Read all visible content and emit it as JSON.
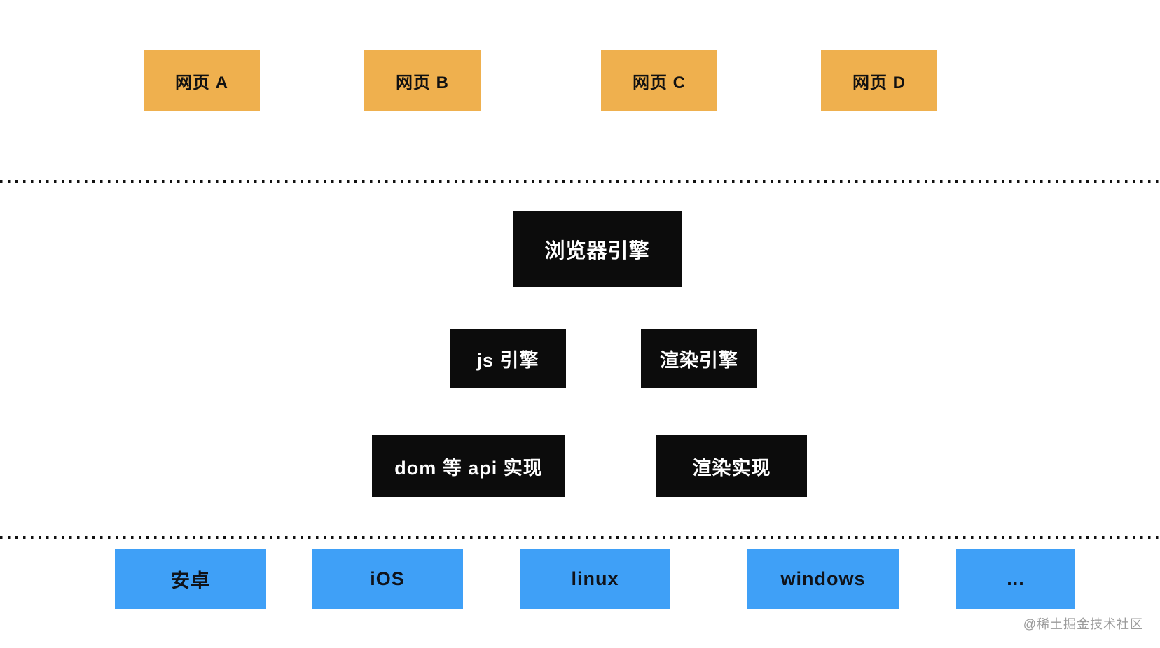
{
  "diagram": {
    "webpages": [
      "网页 A",
      "网页 B",
      "网页 C",
      "网页 D"
    ],
    "browser_engine": "浏览器引擎",
    "engines": [
      "js 引擎",
      "渲染引擎"
    ],
    "implementations": [
      "dom 等 api 实现",
      "渲染实现"
    ],
    "platforms": [
      "安卓",
      "iOS",
      "linux",
      "windows",
      "..."
    ],
    "watermark": "@稀土掘金技术社区"
  },
  "colors": {
    "webpage_box": "#EFB04E",
    "webpage_text": "#111111",
    "engine_box": "#0C0C0C",
    "engine_text": "#FFFFFF",
    "platform_box": "#3FA0F7",
    "platform_text": "#10131A",
    "divider_dot": "#111111",
    "watermark_text": "#9B9B9B"
  }
}
